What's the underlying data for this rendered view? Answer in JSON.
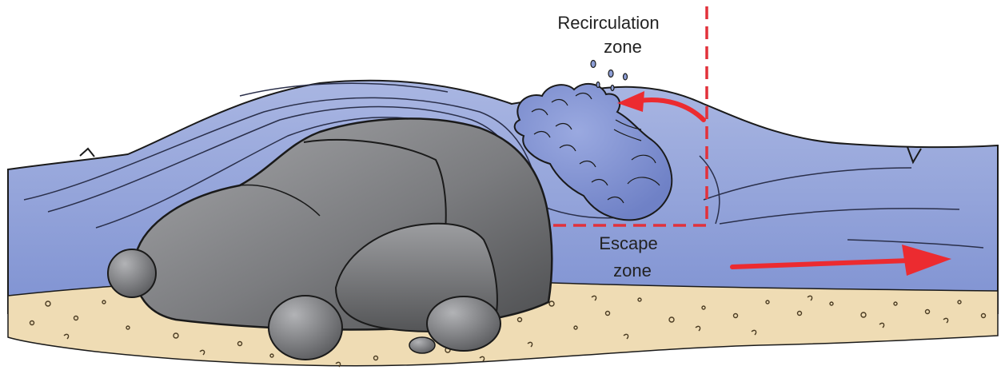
{
  "labels": {
    "recirculation_line1": "Recirculation",
    "recirculation_line2": "zone",
    "escape_line1": "Escape",
    "escape_line2": "zone"
  },
  "colors": {
    "water": "#8d9ed6",
    "water_light": "#a9b6e2",
    "sand": "#efdcb4",
    "rock_dark": "#5d5e60",
    "rock_light": "#9a9b9e",
    "foam": "#7f8fcd",
    "arrow": "#ec2b30",
    "dashed_line": "#e2313a",
    "outline": "#1a1a1a"
  }
}
